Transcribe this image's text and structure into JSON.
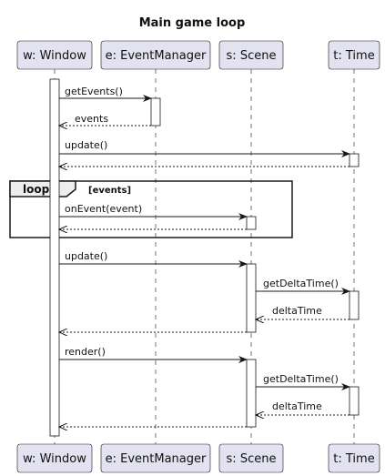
{
  "diagram": {
    "title": "Main game loop",
    "participants": {
      "window": "w: Window",
      "event_manager": "e: EventManager",
      "scene": "s: Scene",
      "time": "t: Time"
    },
    "loop_fragment": {
      "keyword": "loop",
      "guard": "[events]"
    },
    "messages": {
      "get_events": "getEvents()",
      "events_return": "events",
      "update_time": "update()",
      "on_event": "onEvent(event)",
      "update_scene": "update()",
      "get_delta_time_1": "getDeltaTime()",
      "delta_time_return_1": "deltaTime",
      "render": "render()",
      "get_delta_time_2": "getDeltaTime()",
      "delta_time_return_2": "deltaTime"
    },
    "colors": {
      "participant_fill": "#e2e2f0",
      "participant_border": "#181818",
      "lifeline": "#181818",
      "activation_fill": "#ffffff",
      "fragment_header_fill": "#eeeeee"
    }
  }
}
